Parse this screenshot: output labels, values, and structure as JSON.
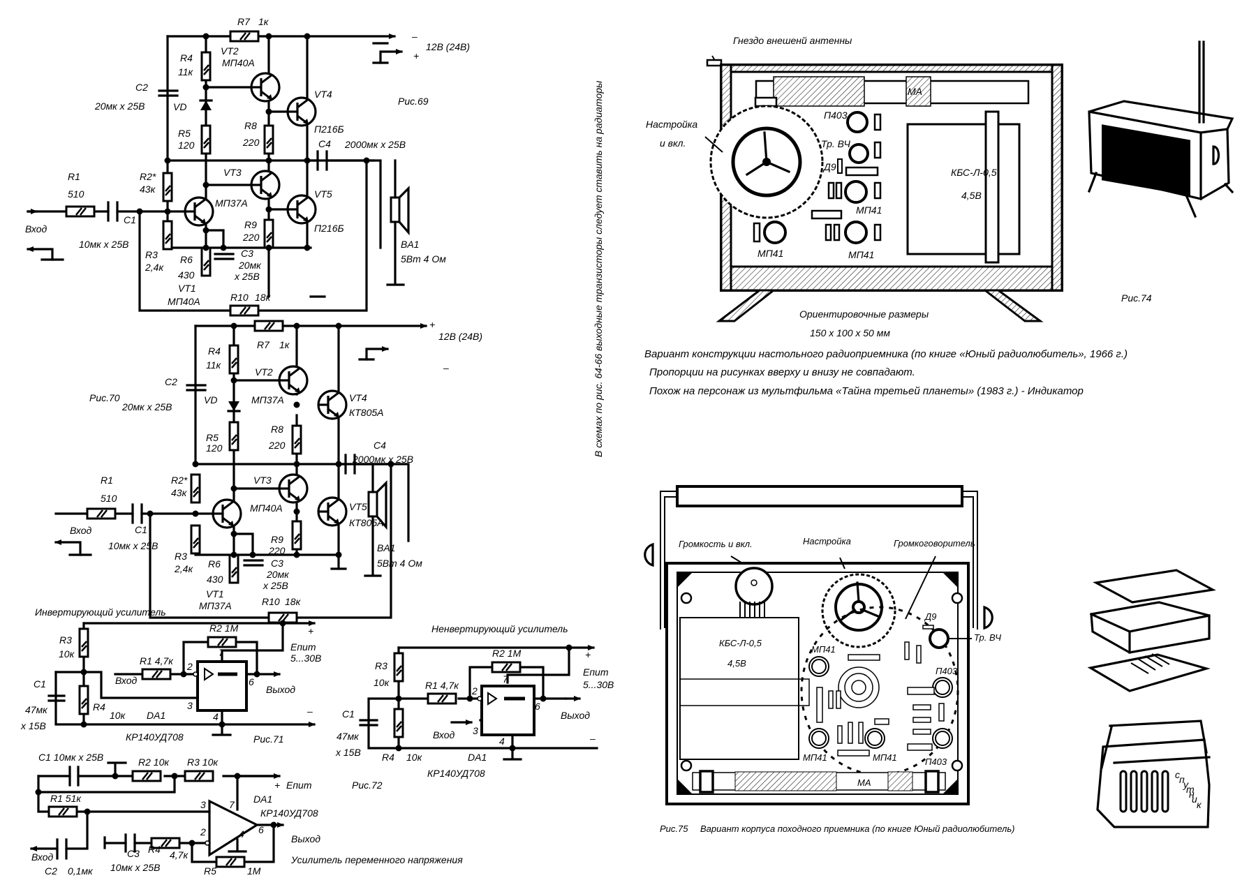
{
  "fig69": {
    "caption": "Рис.69",
    "supply": {
      "minus": "–",
      "plus": "+",
      "label": "12В (24В)"
    },
    "input_label": "Вход",
    "components": {
      "R1": {
        "ref": "R1",
        "value": "510"
      },
      "C1": {
        "ref": "C1",
        "value": "10мк х 25В"
      },
      "C2": {
        "ref": "C2",
        "value": "20мк х 25В"
      },
      "R2": {
        "ref": "R2*",
        "value": "43к"
      },
      "R3": {
        "ref": "R3",
        "value": "2,4к"
      },
      "R4": {
        "ref": "R4",
        "value": "11к"
      },
      "R5": {
        "ref": "R5",
        "value": "120"
      },
      "R6": {
        "ref": "R6",
        "value": "430"
      },
      "R7": {
        "ref": "R7",
        "value": "1к"
      },
      "R8": {
        "ref": "R8",
        "value": "220"
      },
      "R9": {
        "ref": "R9",
        "value": "220"
      },
      "R10": {
        "ref": "R10",
        "value": "18к"
      },
      "C3": {
        "ref": "C3",
        "value": "20мк",
        "value2": "х 25В"
      },
      "C4": {
        "ref": "C4",
        "value": "2000мк х 25В"
      },
      "VD": {
        "ref": "VD"
      },
      "VT1": {
        "ref": "VT1",
        "type": "МП40А"
      },
      "VT2": {
        "ref": "VT2",
        "type": "МП40А"
      },
      "VT3": {
        "ref": "VT3",
        "type": "МП37А"
      },
      "VT4": {
        "ref": "VT4",
        "type": "П216Б"
      },
      "VT5": {
        "ref": "VT5",
        "type": "П216Б"
      },
      "BA1": {
        "ref": "BA1",
        "value": "5Вт 4 Ом"
      }
    }
  },
  "fig70": {
    "caption": "Рис.70",
    "supply": {
      "minus": "–",
      "plus": "+",
      "label": "12В (24В)"
    },
    "input_label": "Вход",
    "components": {
      "R1": {
        "ref": "R1",
        "value": "510"
      },
      "C1": {
        "ref": "C1",
        "value": "10мк х 25В"
      },
      "C2": {
        "ref": "C2",
        "value": "20мк х 25В"
      },
      "R2": {
        "ref": "R2*",
        "value": "43к"
      },
      "R3": {
        "ref": "R3",
        "value": "2,4к"
      },
      "R4": {
        "ref": "R4",
        "value": "11к"
      },
      "R5": {
        "ref": "R5",
        "value": "120"
      },
      "R6": {
        "ref": "R6",
        "value": "430"
      },
      "R7": {
        "ref": "R7",
        "value": "1к"
      },
      "R8": {
        "ref": "R8",
        "value": "220"
      },
      "R9": {
        "ref": "R9",
        "value": "220"
      },
      "R10": {
        "ref": "R10",
        "value": "18к"
      },
      "C3": {
        "ref": "C3",
        "value": "20мк",
        "value2": "х 25В"
      },
      "C4": {
        "ref": "C4",
        "value": "2000мк х 25В"
      },
      "VD": {
        "ref": "VD"
      },
      "VT1": {
        "ref": "VT1",
        "type": "МП37А"
      },
      "VT2": {
        "ref": "VT2",
        "type": "МП37А"
      },
      "VT3": {
        "ref": "VT3",
        "type": "МП40А"
      },
      "VT4": {
        "ref": "VT4",
        "type": "КТ805А"
      },
      "VT5": {
        "ref": "VT5",
        "type": "КТ805А"
      },
      "BA1": {
        "ref": "BA1",
        "value": "5Вт 4 Ом"
      }
    }
  },
  "fig71": {
    "title": "Инвертирующий усилитель",
    "caption": "Рис.71",
    "input_label": "Вход",
    "output_label": "Выход",
    "supply": {
      "plus": "+",
      "minus": "–",
      "label": "Епит",
      "range": "5...30В"
    },
    "components": {
      "R1": "R1  4,7к",
      "R2": "R2 1М",
      "R3": "R3",
      "R3v": "10к",
      "R4": "R4",
      "R4v": "10к",
      "C1": "C1",
      "C1v": "47мк",
      "C1v2": "х 15В",
      "DA1": "DA1",
      "DA1type": "КР140УД708"
    },
    "pins": {
      "p2": "2",
      "p3": "3",
      "p4": "4",
      "p6": "6",
      "p7": "7"
    }
  },
  "fig72": {
    "title": "Ненвертирующий усилитель",
    "caption": "Рис.72",
    "input_label": "Вход",
    "output_label": "Выход",
    "supply": {
      "plus": "+",
      "minus": "–",
      "label": "Епит",
      "range": "5...30В"
    },
    "components": {
      "R1": "R1  4,7к",
      "R2": "R2 1М",
      "R3": "R3",
      "R3v": "10к",
      "R4": "R4",
      "R4v": "10к",
      "C1": "C1",
      "C1v": "47мк",
      "C1v2": "х 15В",
      "DA1": "DA1",
      "DA1type": "КР140УД708"
    },
    "pins": {
      "p2": "2",
      "p3": "3",
      "p4": "4",
      "p6": "6",
      "p7": "7"
    }
  },
  "fig73": {
    "title": "Усилитель переменного напряжения",
    "input_label": "Вход",
    "output_label": "Выход",
    "supply": {
      "plus": "+",
      "label": "Епит"
    },
    "components": {
      "C1": "C1  10мк х 25В",
      "R2": "R2 10к",
      "R3": "R3 10к",
      "R1": "R1 51к",
      "C2": "C2",
      "C2v": "0,1мк",
      "C3": "C3",
      "C3v": "10мк х 25В",
      "R4": "R4",
      "R4v": "4,7к",
      "R5": "R5",
      "R5v": "1М",
      "DA1": "DA1",
      "DA1type": "КР140УД708"
    },
    "pins": {
      "p2": "2",
      "p3": "3",
      "p4": "4",
      "p6": "6",
      "p7": "7"
    }
  },
  "side_note": "В схемах по рис. 64-66 выходные транзисторы следует ставить на радиаторы",
  "fig74": {
    "caption": "Рис.74",
    "labels": {
      "antenna_jack": "Гнездо внешенй антенны",
      "tuning": "Настройка",
      "tuning2": "и вкл.",
      "ma": "МА",
      "p403": "П403",
      "trvch": "Тр. ВЧ",
      "d9": "Д9",
      "mp41": "МП41",
      "battery": "КБС-Л-0,5",
      "battery_v": "4,5В",
      "dims_title": "Ориентировочные размеры",
      "dims": "150 х 100 х 50 мм"
    },
    "notes": [
      "Вариант конструкции настольного радиоприемника (по книге «Юный радиолюбитель», 1966 г.)",
      "Пропорции на рисунках вверху и внизу не совпадают.",
      "Похож на персонаж из мультфильма «Тайна третьей планеты» (1983 г.) - Индикатор"
    ]
  },
  "fig75": {
    "caption": "Рис.75",
    "description": "Вариант корпуса походного приемника (по книге Юный радиолюбитель)",
    "labels": {
      "volume": "Громкость и вкл.",
      "tuning": "Настройка",
      "speaker": "Громкоговоритель",
      "d9": "Д9",
      "trvch": "Тр. ВЧ",
      "p403": "П403",
      "mp41": "МП41",
      "battery": "КБС-Л-0,5",
      "battery_v": "4,5В",
      "ma": "МА",
      "brand": [
        "с",
        "п",
        "у",
        "т",
        "н",
        "и",
        "к"
      ]
    }
  }
}
